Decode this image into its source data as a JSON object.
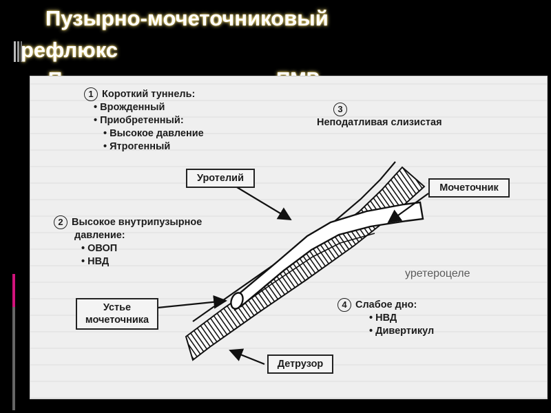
{
  "slide": {
    "title_line1": "Пузырно-мочеточниковый",
    "title_line2": "рефлюкс",
    "title_line3_partial": "П                                        ПМР"
  },
  "diagram": {
    "block1": {
      "number": "1",
      "heading": "Короткий туннель:",
      "items": [
        "Врожденный",
        "Приобретенный:"
      ],
      "subitems": [
        "Высокое давление",
        "Ятрогенный"
      ]
    },
    "block2": {
      "number": "2",
      "heading_line1": "Высокое внутрипузырное",
      "heading_line2": "давление:",
      "items": [
        "ОВОП",
        "НВД"
      ]
    },
    "block3": {
      "number": "3",
      "heading": "Неподатливая слизистая"
    },
    "block4": {
      "number": "4",
      "heading": "Слабое дно:",
      "items": [
        "НВД",
        "Дивертикул"
      ]
    },
    "labels": {
      "urothelium": "Уротелий",
      "ureter": "Мочеточник",
      "ostium_line1": "Устье",
      "ostium_line2": "мочеточника",
      "detrusor": "Детрузор"
    },
    "overlay_text": "уретероцеле",
    "bullet": "•"
  }
}
